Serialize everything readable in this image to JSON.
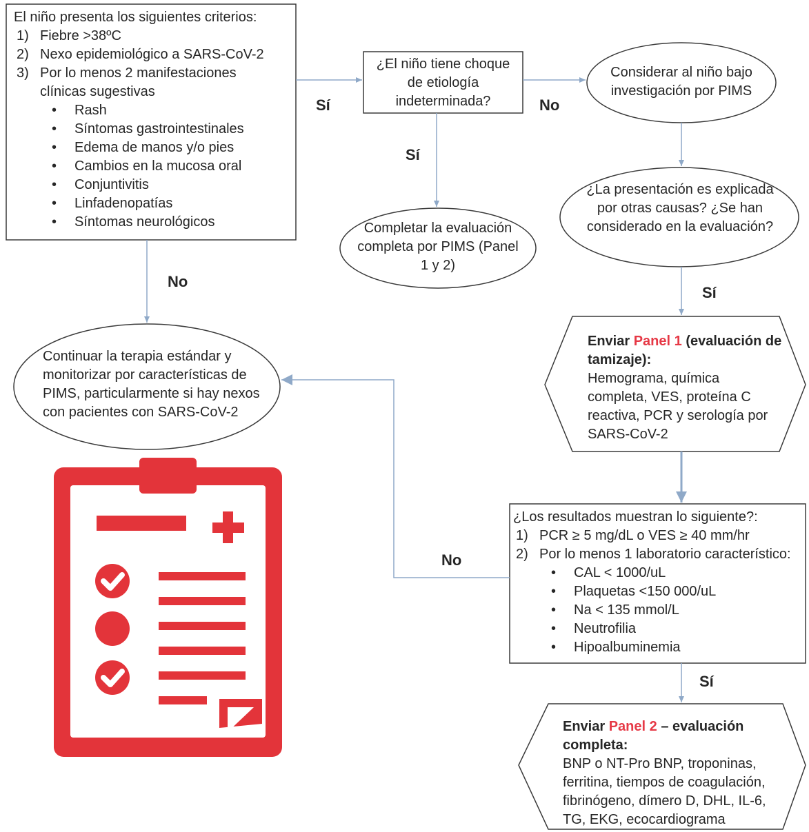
{
  "criteria_box": {
    "heading": "El niño presenta los siguientes criterios:",
    "items": [
      {
        "num": "1)",
        "text": "Fiebre >38ºC"
      },
      {
        "num": "2)",
        "text": "Nexo epidemiológico a SARS-CoV-2"
      },
      {
        "num": "3)",
        "text": "Por lo menos 2 manifestaciones clínicas sugestivas"
      }
    ],
    "manifestations": [
      "Rash",
      "Síntomas gastrointestinales",
      "Edema de manos y/o pies",
      "Cambios en la mucosa oral",
      "Conjuntivitis",
      "Linfadenopatías",
      "Síntomas neurológicos"
    ]
  },
  "shock_question": "¿El niño tiene choque de etiología indeterminada?",
  "consider_pims": "Considerar al niño bajo investigación por PIMS",
  "complete_eval": "Completar la evaluación completa por PIMS (Panel 1 y 2)",
  "other_causes_question": "¿La presentación es explicada por otras causas? ¿Se han considerado en la evaluación?",
  "continue_therapy": "Continuar la terapia estándar y monitorizar por características de PIMS, particularmente si hay nexos con pacientes con SARS-CoV-2",
  "panel1": {
    "prefix": "Enviar",
    "panel": "Panel 1",
    "title_rest": "(evaluación de tamizaje):",
    "body": "Hemograma, química completa, VES, proteína C reactiva, PCR y serología por SARS-CoV-2"
  },
  "results_box": {
    "heading": "¿Los resultados muestran lo siguiente?:",
    "items": [
      {
        "num": "1)",
        "text": "PCR ≥ 5 mg/dL o VES ≥ 40 mm/hr"
      },
      {
        "num": "2)",
        "text": "Por lo menos 1 laboratorio característico:"
      }
    ],
    "labs": [
      "CAL < 1000/uL",
      "Plaquetas <150 000/uL",
      "Na < 135 mmol/L",
      "Neutrofilia",
      "Hipoalbuminemia"
    ]
  },
  "panel2": {
    "prefix": "Enviar",
    "panel": "Panel 2",
    "title_rest": "– evaluación completa:",
    "body": "BNP o NT-Pro BNP, troponinas, ferritina, tiempos de coagulación, fibrinógeno, dímero D, DHL, IL-6, TG, EKG, ecocardiograma"
  },
  "edge_labels": {
    "criteria_to_shock": "Sí",
    "shock_to_consider": "No",
    "shock_to_complete": "Sí",
    "criteria_to_continue": "No",
    "other_causes_to_panel1": "Sí",
    "results_to_continue": "No",
    "results_to_panel2": "Sí"
  },
  "icon": {
    "name": "clipboard-checklist-icon",
    "color": "#e3343a"
  },
  "colors": {
    "accent": "#e63946",
    "arrow": "#8fa9c8",
    "stroke": "#3a3a3a"
  }
}
